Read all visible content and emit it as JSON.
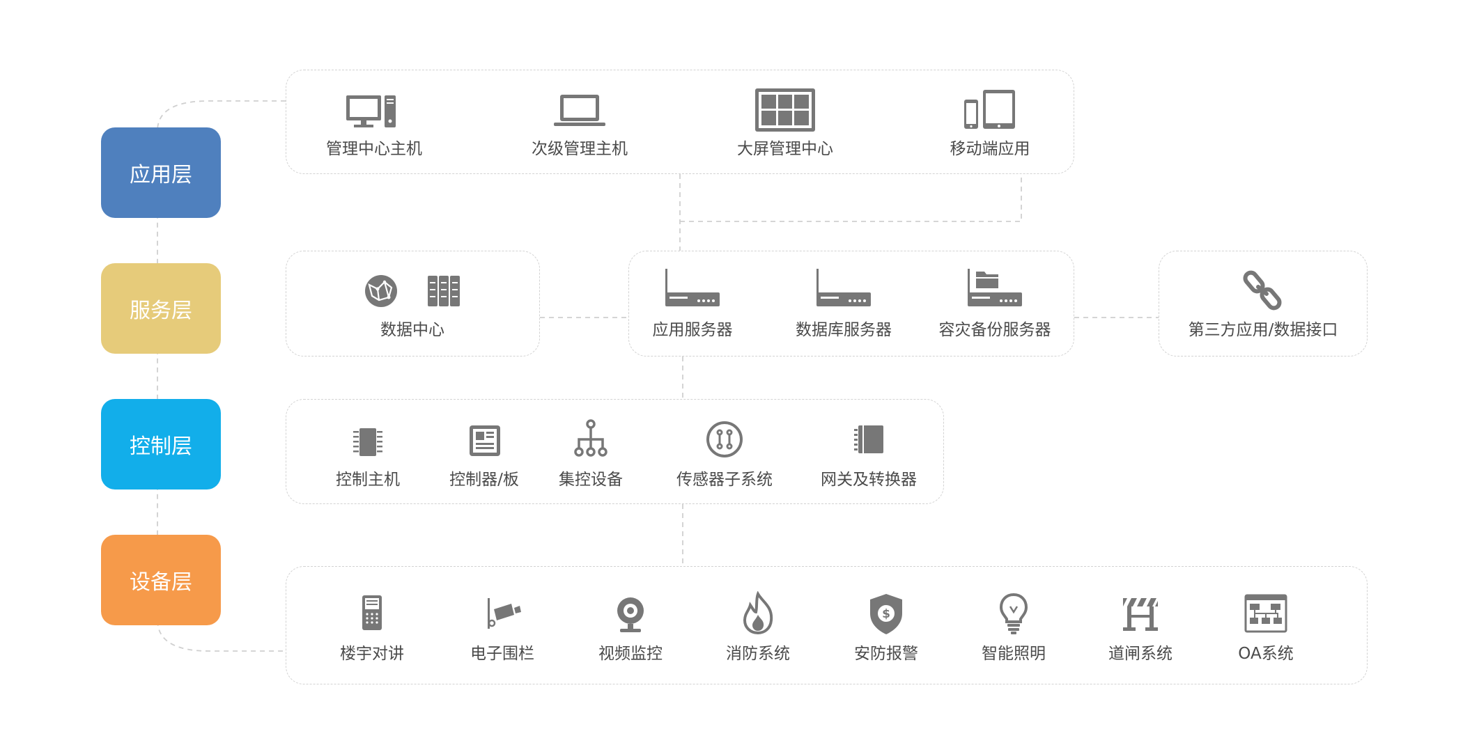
{
  "layers": [
    {
      "label": "应用层",
      "color": "#4f80be"
    },
    {
      "label": "服务层",
      "color": "#e6cb7a"
    },
    {
      "label": "控制层",
      "color": "#12aeea"
    },
    {
      "label": "设备层",
      "color": "#f69a4a"
    }
  ],
  "application": {
    "items": [
      {
        "label": "管理中心主机",
        "icon": "desktop-computer-icon"
      },
      {
        "label": "次级管理主机",
        "icon": "laptop-icon"
      },
      {
        "label": "大屏管理中心",
        "icon": "video-wall-icon"
      },
      {
        "label": "移动端应用",
        "icon": "mobile-tablet-icon"
      }
    ]
  },
  "service": {
    "data_center": {
      "label": "数据中心",
      "icons": [
        "globe-network-icon",
        "server-rack-icon"
      ]
    },
    "servers": [
      {
        "label": "应用服务器",
        "icon": "router-icon"
      },
      {
        "label": "数据库服务器",
        "icon": "router-icon"
      },
      {
        "label": "容灾备份服务器",
        "icon": "router-folder-icon"
      }
    ],
    "third_party": {
      "label": "第三方应用/数据接口",
      "icon": "chain-link-icon"
    }
  },
  "control": {
    "items": [
      {
        "label": "控制主机",
        "icon": "chip-icon"
      },
      {
        "label": "控制器/板",
        "icon": "control-panel-icon"
      },
      {
        "label": "集控设备",
        "icon": "hub-tree-icon"
      },
      {
        "label": "传感器子系统",
        "icon": "sensor-icon"
      },
      {
        "label": "网关及转换器",
        "icon": "gateway-icon"
      }
    ]
  },
  "device": {
    "items": [
      {
        "label": "楼宇对讲",
        "icon": "intercom-icon"
      },
      {
        "label": "电子围栏",
        "icon": "camera-fence-icon"
      },
      {
        "label": "视频监控",
        "icon": "webcam-icon"
      },
      {
        "label": "消防系统",
        "icon": "fire-icon"
      },
      {
        "label": "安防报警",
        "icon": "shield-dollar-icon"
      },
      {
        "label": "智能照明",
        "icon": "light-bulb-icon"
      },
      {
        "label": "道闸系统",
        "icon": "barrier-gate-icon"
      },
      {
        "label": "OA系统",
        "icon": "org-chart-icon"
      }
    ]
  }
}
